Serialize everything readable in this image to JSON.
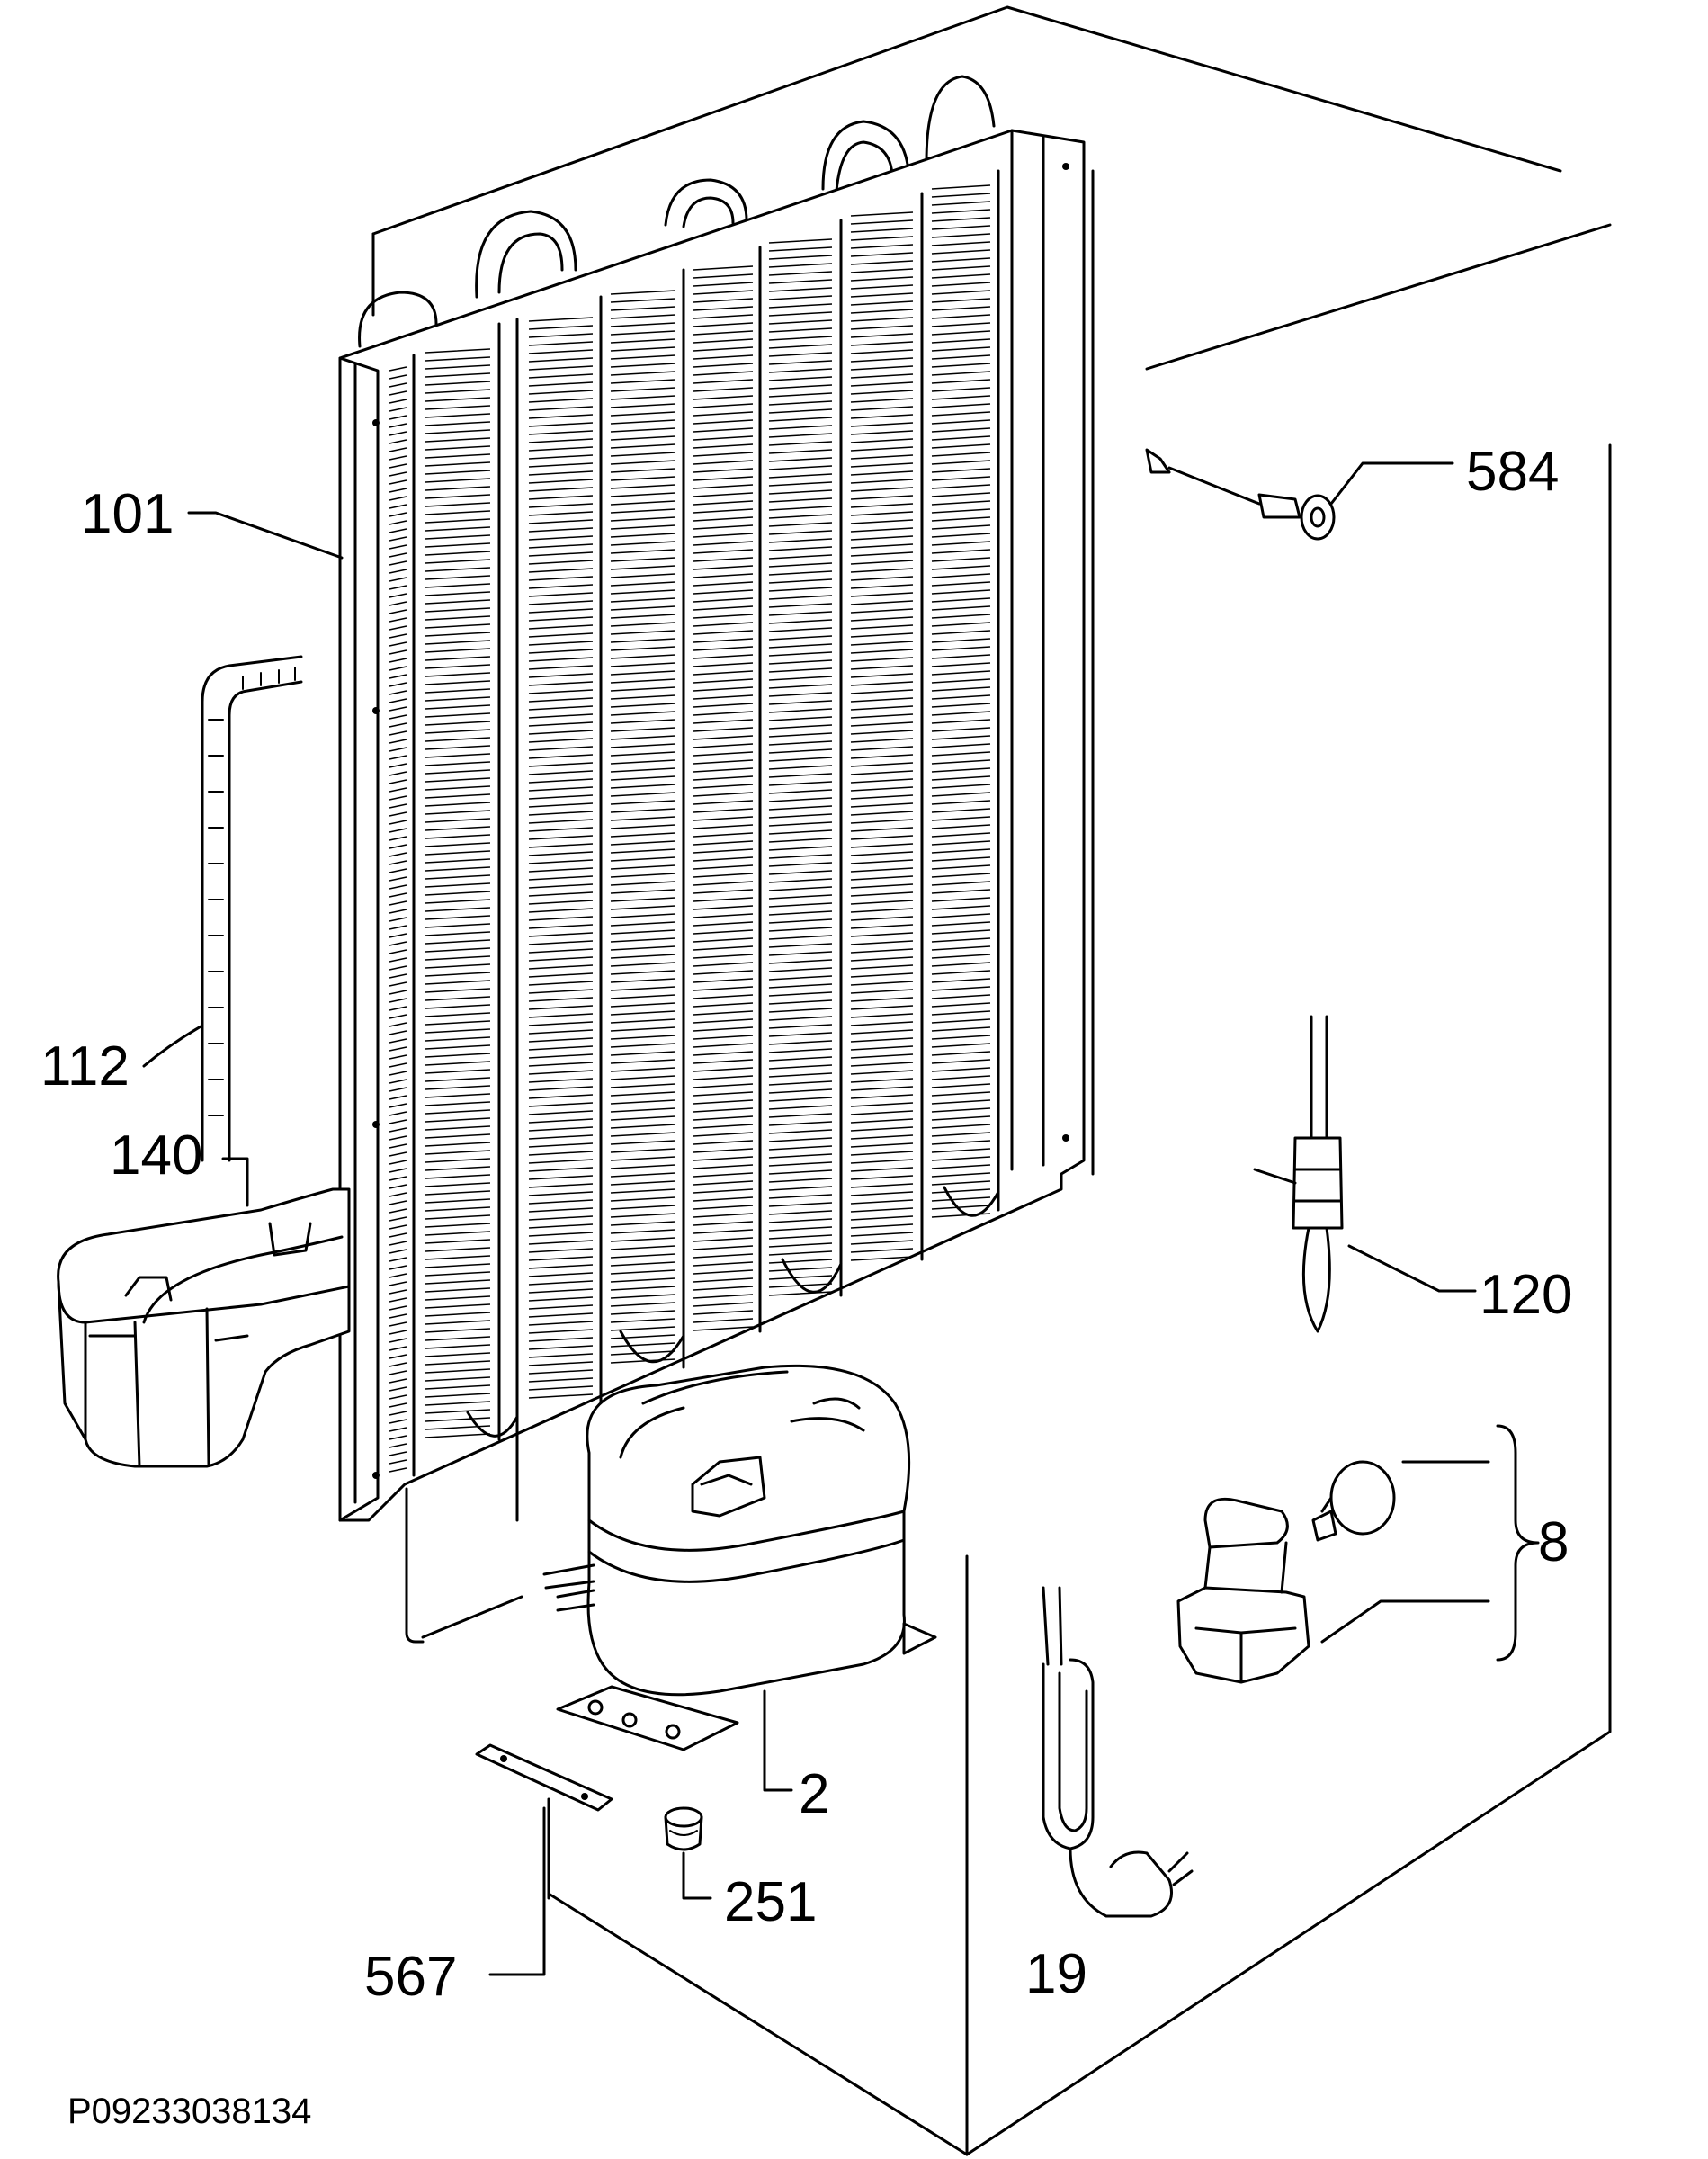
{
  "diagram": {
    "labels": {
      "condenser": "101",
      "drain_hose": "112",
      "drip_tray": "140",
      "compressor": "2",
      "grommet": "251",
      "bracket": "567",
      "sensor": "584",
      "thermostat": "120",
      "relay_set": "8",
      "power_cord": "19"
    },
    "drawing_code": "P09233038134"
  }
}
